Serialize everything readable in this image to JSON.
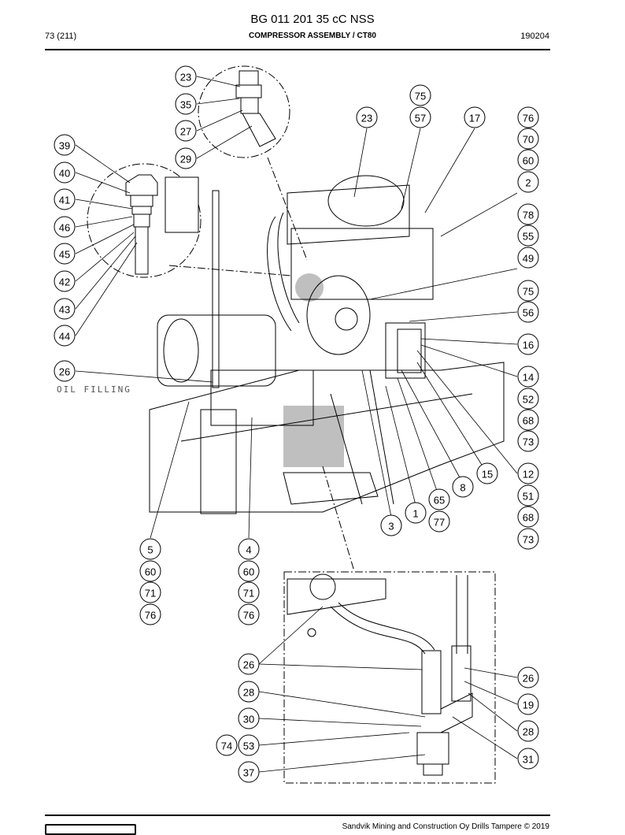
{
  "header": {
    "doc_title": "BG 011 201 35 cC NSS",
    "page": "73 (211)",
    "section": "COMPRESSOR ASSEMBLY / CT80",
    "date": "190204"
  },
  "drawing": {
    "note": "OIL FILLING",
    "callouts_main": [
      "23",
      "35",
      "27",
      "29",
      "39",
      "40",
      "41",
      "46",
      "45",
      "42",
      "43",
      "44",
      "26",
      "75",
      "23",
      "57",
      "17",
      "76",
      "70",
      "60",
      "2",
      "78",
      "55",
      "49",
      "75",
      "56",
      "16",
      "14",
      "52",
      "68",
      "73",
      "12",
      "51",
      "68",
      "73",
      "15",
      "8",
      "65",
      "77",
      "1",
      "3",
      "5",
      "60",
      "71",
      "76",
      "4",
      "60",
      "71",
      "76"
    ],
    "callouts_detail": [
      "26",
      "28",
      "30",
      "53",
      "74",
      "37",
      "26",
      "19",
      "28",
      "31"
    ]
  },
  "footer": {
    "copyright": "Sandvik Mining and Construction Oy Drills Tampere © 2019"
  }
}
